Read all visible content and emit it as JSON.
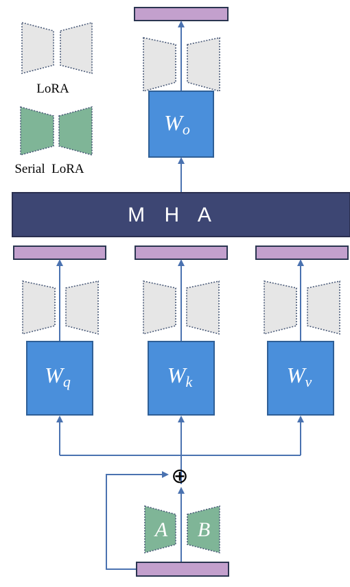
{
  "legend": {
    "lora_label": "LoRA",
    "serial_label": "Serial  LoRA"
  },
  "mha": {
    "label": "M H A"
  },
  "weights": {
    "o": {
      "main": "W",
      "sub": "o"
    },
    "q": {
      "main": "W",
      "sub": "q"
    },
    "k": {
      "main": "W",
      "sub": "k"
    },
    "v": {
      "main": "W",
      "sub": "v"
    }
  },
  "serial_adapter": {
    "a_label": "A",
    "b_label": "B"
  },
  "sum_symbol": "⊕",
  "colors": {
    "weight_box": "#4a8fdb",
    "weight_border": "#2f5f96",
    "mha_fill": "#3d4673",
    "token_bar": "#c3a0cd",
    "lora_fill": "#e6e6e6",
    "serial_lora_fill": "#7fb597",
    "arrow": "#4a72b0"
  }
}
